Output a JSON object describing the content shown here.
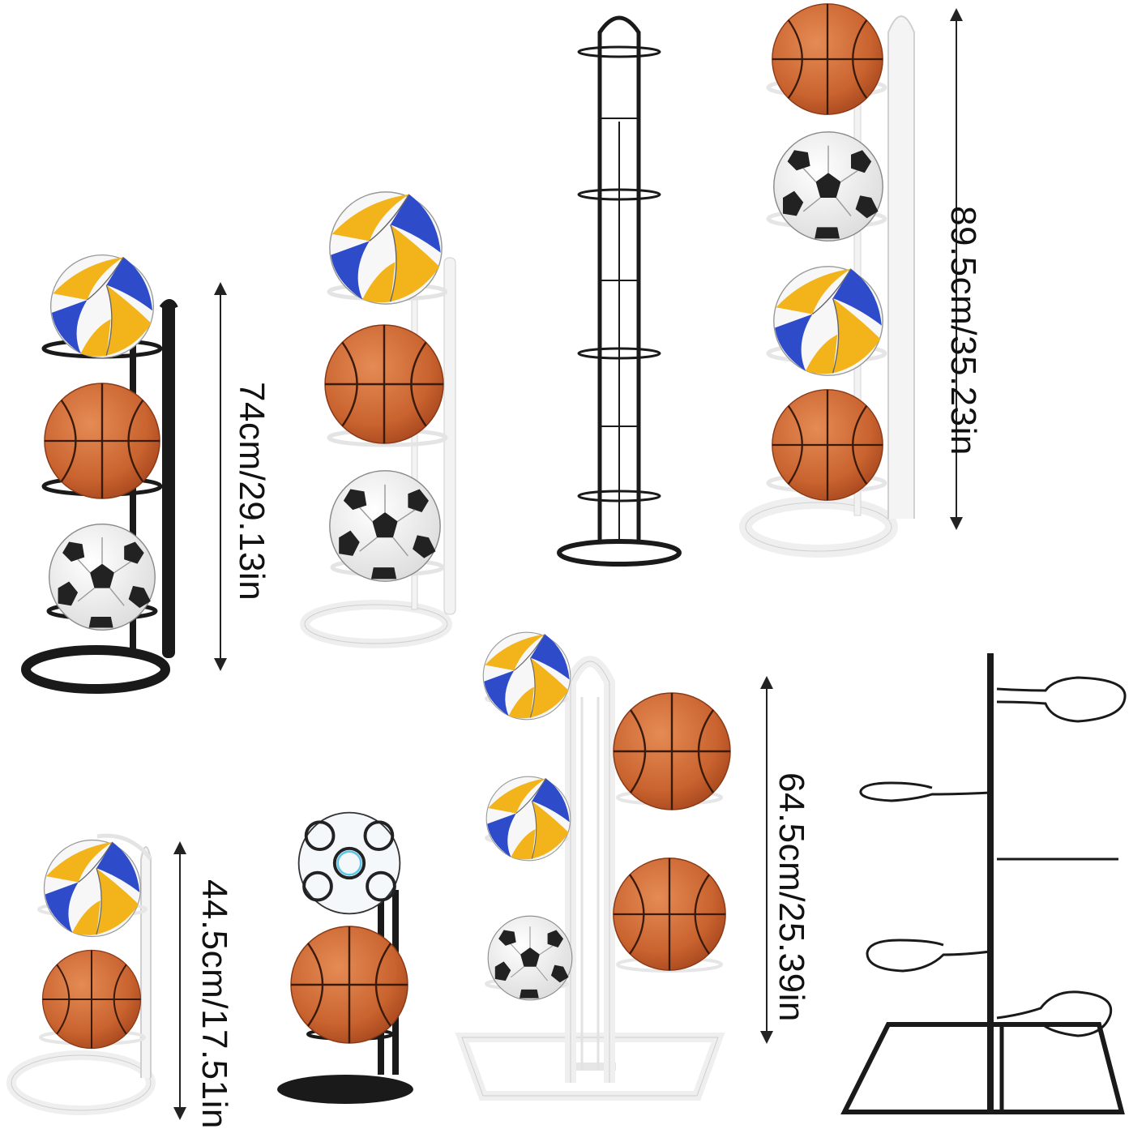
{
  "dimensions": {
    "tall": "89.5cm/35.23in",
    "three_tier": "74cm/29.13in",
    "two_tier": "44.5cm/17.51in",
    "double_column": "64.5cm/25.39in"
  },
  "colors": {
    "background": "#ffffff",
    "black_metal": "#1a1a1a",
    "white_metal": "#f2f2f2",
    "basketball": "#d0703a",
    "basketball_dark": "#b4522a",
    "volleyball_yellow": "#f3b31b",
    "volleyball_blue": "#2e4cc9",
    "soccer_black": "#222222",
    "soccer_white": "#fafafa"
  },
  "icons": [
    "basketball-icon",
    "volleyball-icon",
    "soccer-ball-icon",
    "dimension-arrow-icon"
  ]
}
